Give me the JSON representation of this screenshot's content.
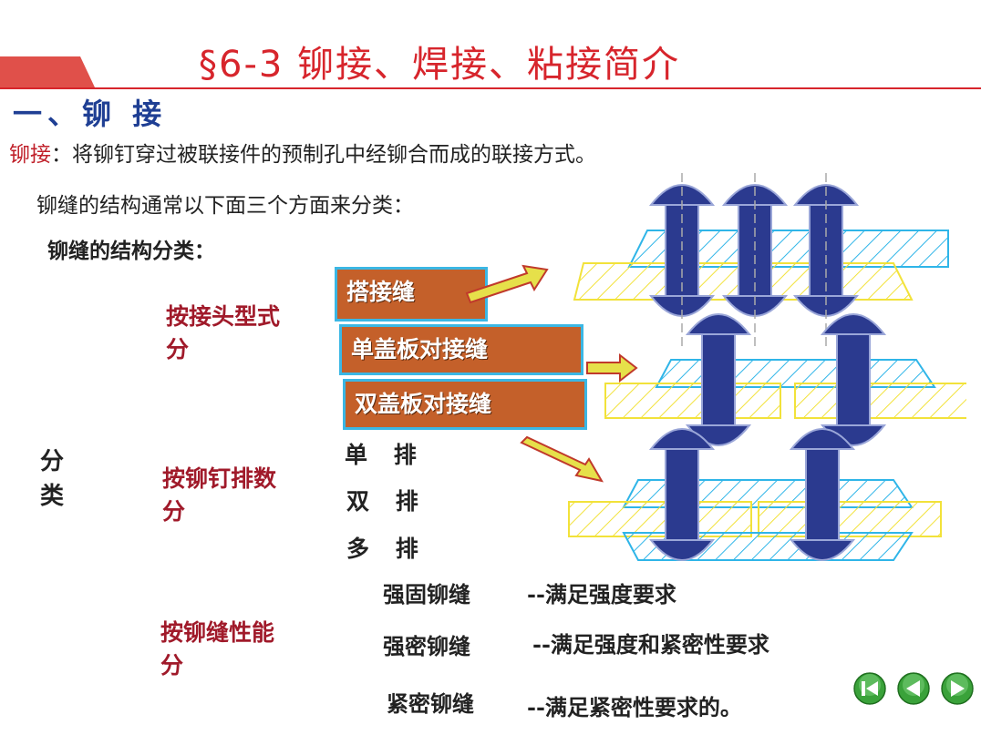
{
  "slide": {
    "title": "§6-3  铆接、焊接、粘接简介",
    "section_heading": "一、铆 接",
    "definition_term": "铆接",
    "definition_text": "：将铆钉穿过被联接件的预制孔中经铆合而成的联接方式。",
    "classification_intro": "铆缝的结构通常以下面三个方面来分类：",
    "classification_heading": "铆缝的结构分类：",
    "category_label": "分类"
  },
  "categories": {
    "by_joint": {
      "label": "按接头型式分",
      "items": [
        "搭接缝",
        "单盖板对接缝",
        "双盖板对接缝"
      ]
    },
    "by_rows": {
      "label": "按铆钉排数分",
      "items": [
        "单 排",
        "双 排",
        "多 排"
      ]
    },
    "by_performance": {
      "label": "按铆缝性能分",
      "items": [
        {
          "name": "强固铆缝",
          "desc": "--满足强度要求"
        },
        {
          "name": "强密铆缝",
          "desc": "--满足强度和紧密性要求"
        },
        {
          "name": "紧密铆缝",
          "desc": "--满足紧密性要求的。"
        }
      ]
    }
  },
  "colors": {
    "title_red": "#d7252c",
    "heading_blue": "#1f3f94",
    "category_red": "#a01a2a",
    "box_orange": "#c4602a",
    "box_border": "#3bb7e4",
    "rivet_blue": "#2b3a8f",
    "plate_cyan": "#2fb5e8",
    "plate_yellow": "#f2e23a",
    "nav_green": "#3aa23a"
  },
  "nav": {
    "first_icon": "first-page-icon",
    "prev_icon": "previous-page-icon",
    "next_icon": "next-page-icon"
  }
}
